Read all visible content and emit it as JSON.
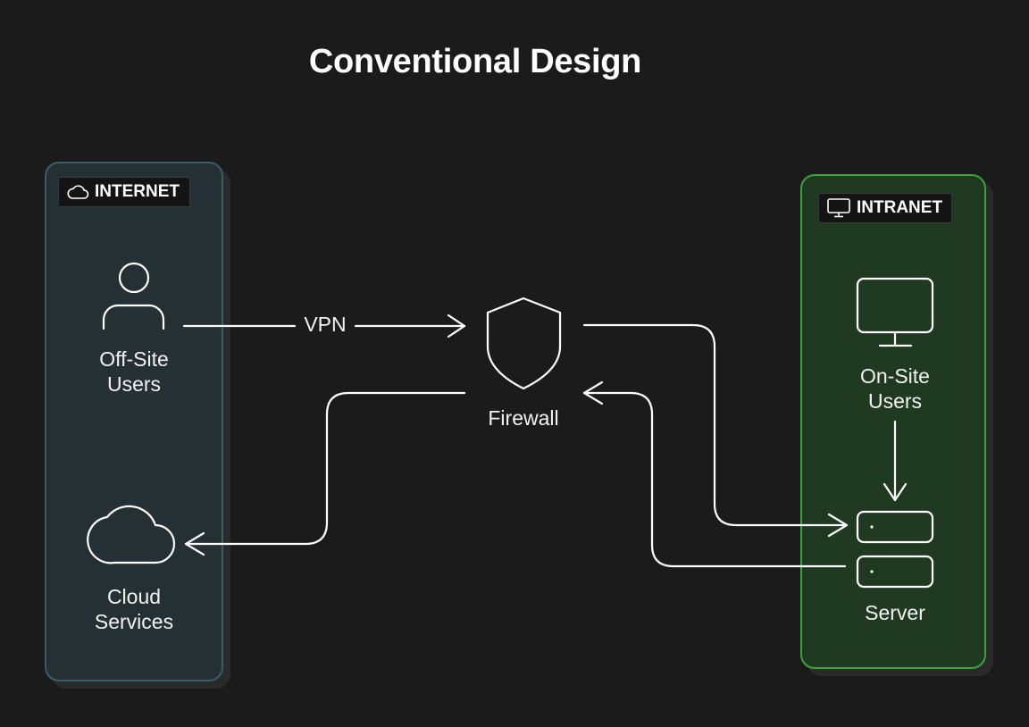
{
  "title": "Conventional Design",
  "zones": {
    "internet": {
      "label": "INTERNET",
      "icon": "cloud-icon",
      "fill": "#253034",
      "border": "#3e5c6a"
    },
    "intranet": {
      "label": "INTRANET",
      "icon": "monitor-icon",
      "fill": "#1f3a20",
      "border": "#3da33b"
    }
  },
  "nodes": {
    "offsite_users": {
      "label": "Off-Site\nUsers",
      "icon": "user-icon"
    },
    "cloud_services": {
      "label": "Cloud\nServices",
      "icon": "cloud-icon"
    },
    "firewall": {
      "label": "Firewall",
      "icon": "shield-icon"
    },
    "onsite_users": {
      "label": "On-Site\nUsers",
      "icon": "monitor-icon"
    },
    "server": {
      "label": "Server",
      "icon": "server-icon"
    }
  },
  "edges": {
    "vpn": {
      "label": "VPN",
      "from": "Off-Site Users",
      "to": "Firewall"
    },
    "firewall_to_cloud": {
      "label": "",
      "from": "Firewall",
      "to": "Cloud Services"
    },
    "firewall_to_server": {
      "label": "",
      "from": "Firewall",
      "to": "Server"
    },
    "server_to_firewall": {
      "label": "",
      "from": "Server",
      "to": "Firewall"
    },
    "onsite_to_server": {
      "label": "",
      "from": "On-Site Users",
      "to": "Server"
    }
  },
  "colors": {
    "background": "#1b1b1b",
    "stroke": "#ffffff"
  }
}
